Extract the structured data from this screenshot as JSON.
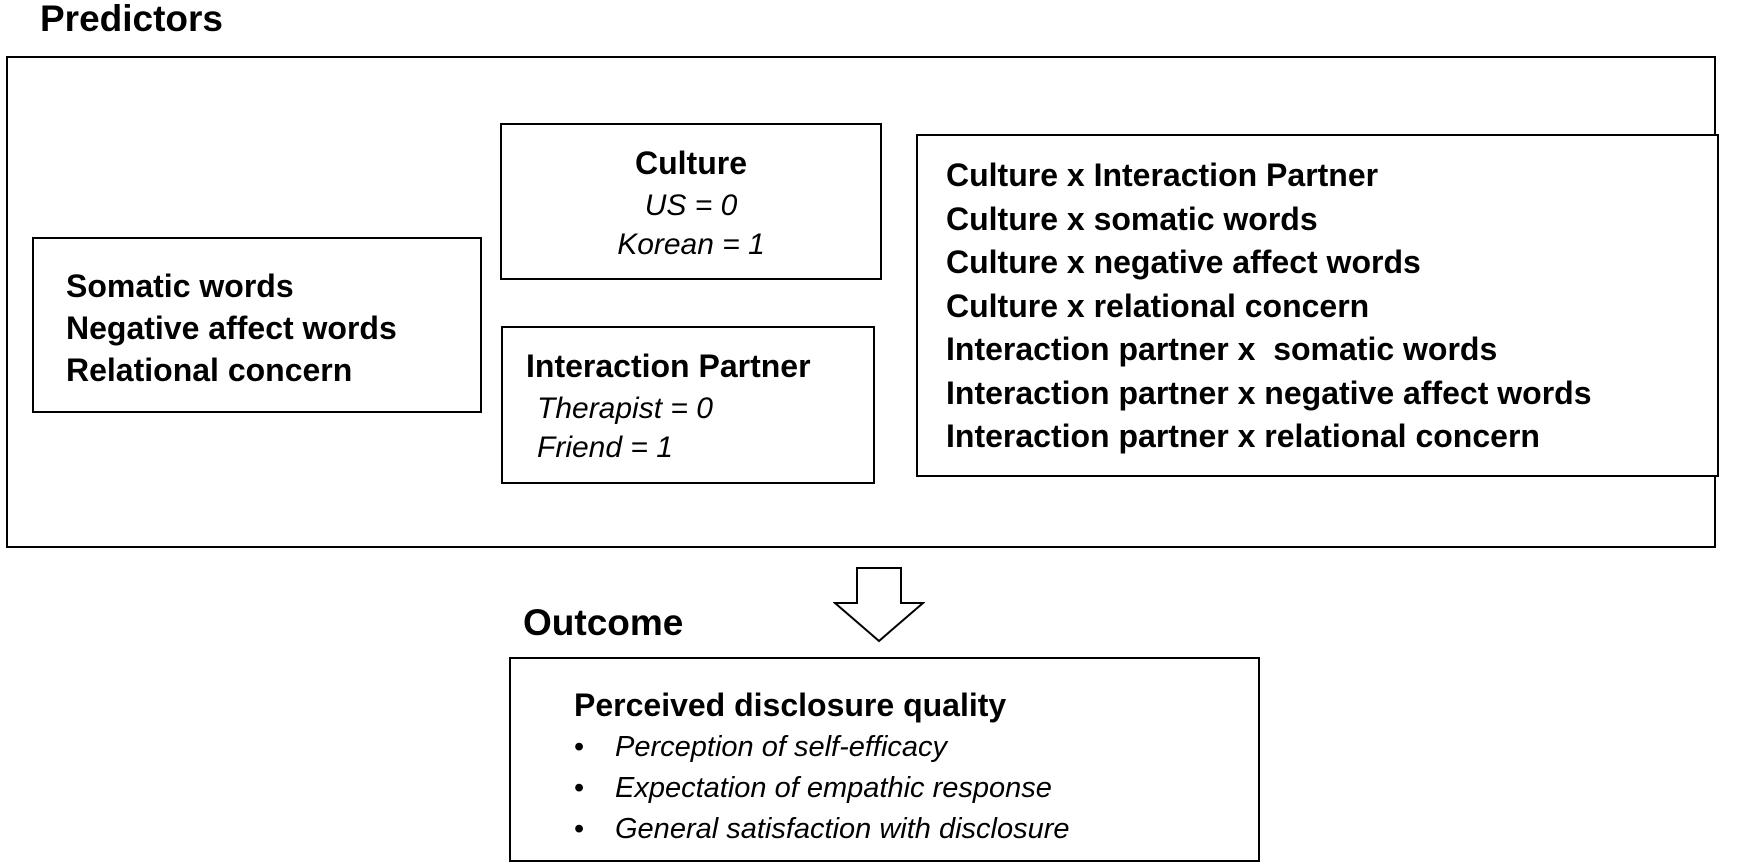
{
  "predictors": {
    "title": "Predictors",
    "main_effects": [
      "Somatic words",
      "Negative affect words",
      "Relational concern"
    ],
    "culture": {
      "title": "Culture",
      "code_1": "US = 0",
      "code_2": "Korean = 1"
    },
    "interaction_partner": {
      "title": "Interaction Partner",
      "code_1": "Therapist = 0",
      "code_2": "Friend = 1"
    },
    "interactions": [
      "Culture x Interaction Partner",
      "Culture x somatic words",
      "Culture x negative affect words",
      "Culture x relational concern",
      "Interaction partner x  somatic words",
      "Interaction partner x negative affect words",
      "Interaction partner x relational concern"
    ]
  },
  "outcome": {
    "title": "Outcome",
    "measure": "Perceived disclosure quality",
    "bullet_glyph": "•",
    "items": [
      "Perception of self-efficacy",
      "Expectation of empathic response",
      "General satisfaction with disclosure"
    ]
  }
}
